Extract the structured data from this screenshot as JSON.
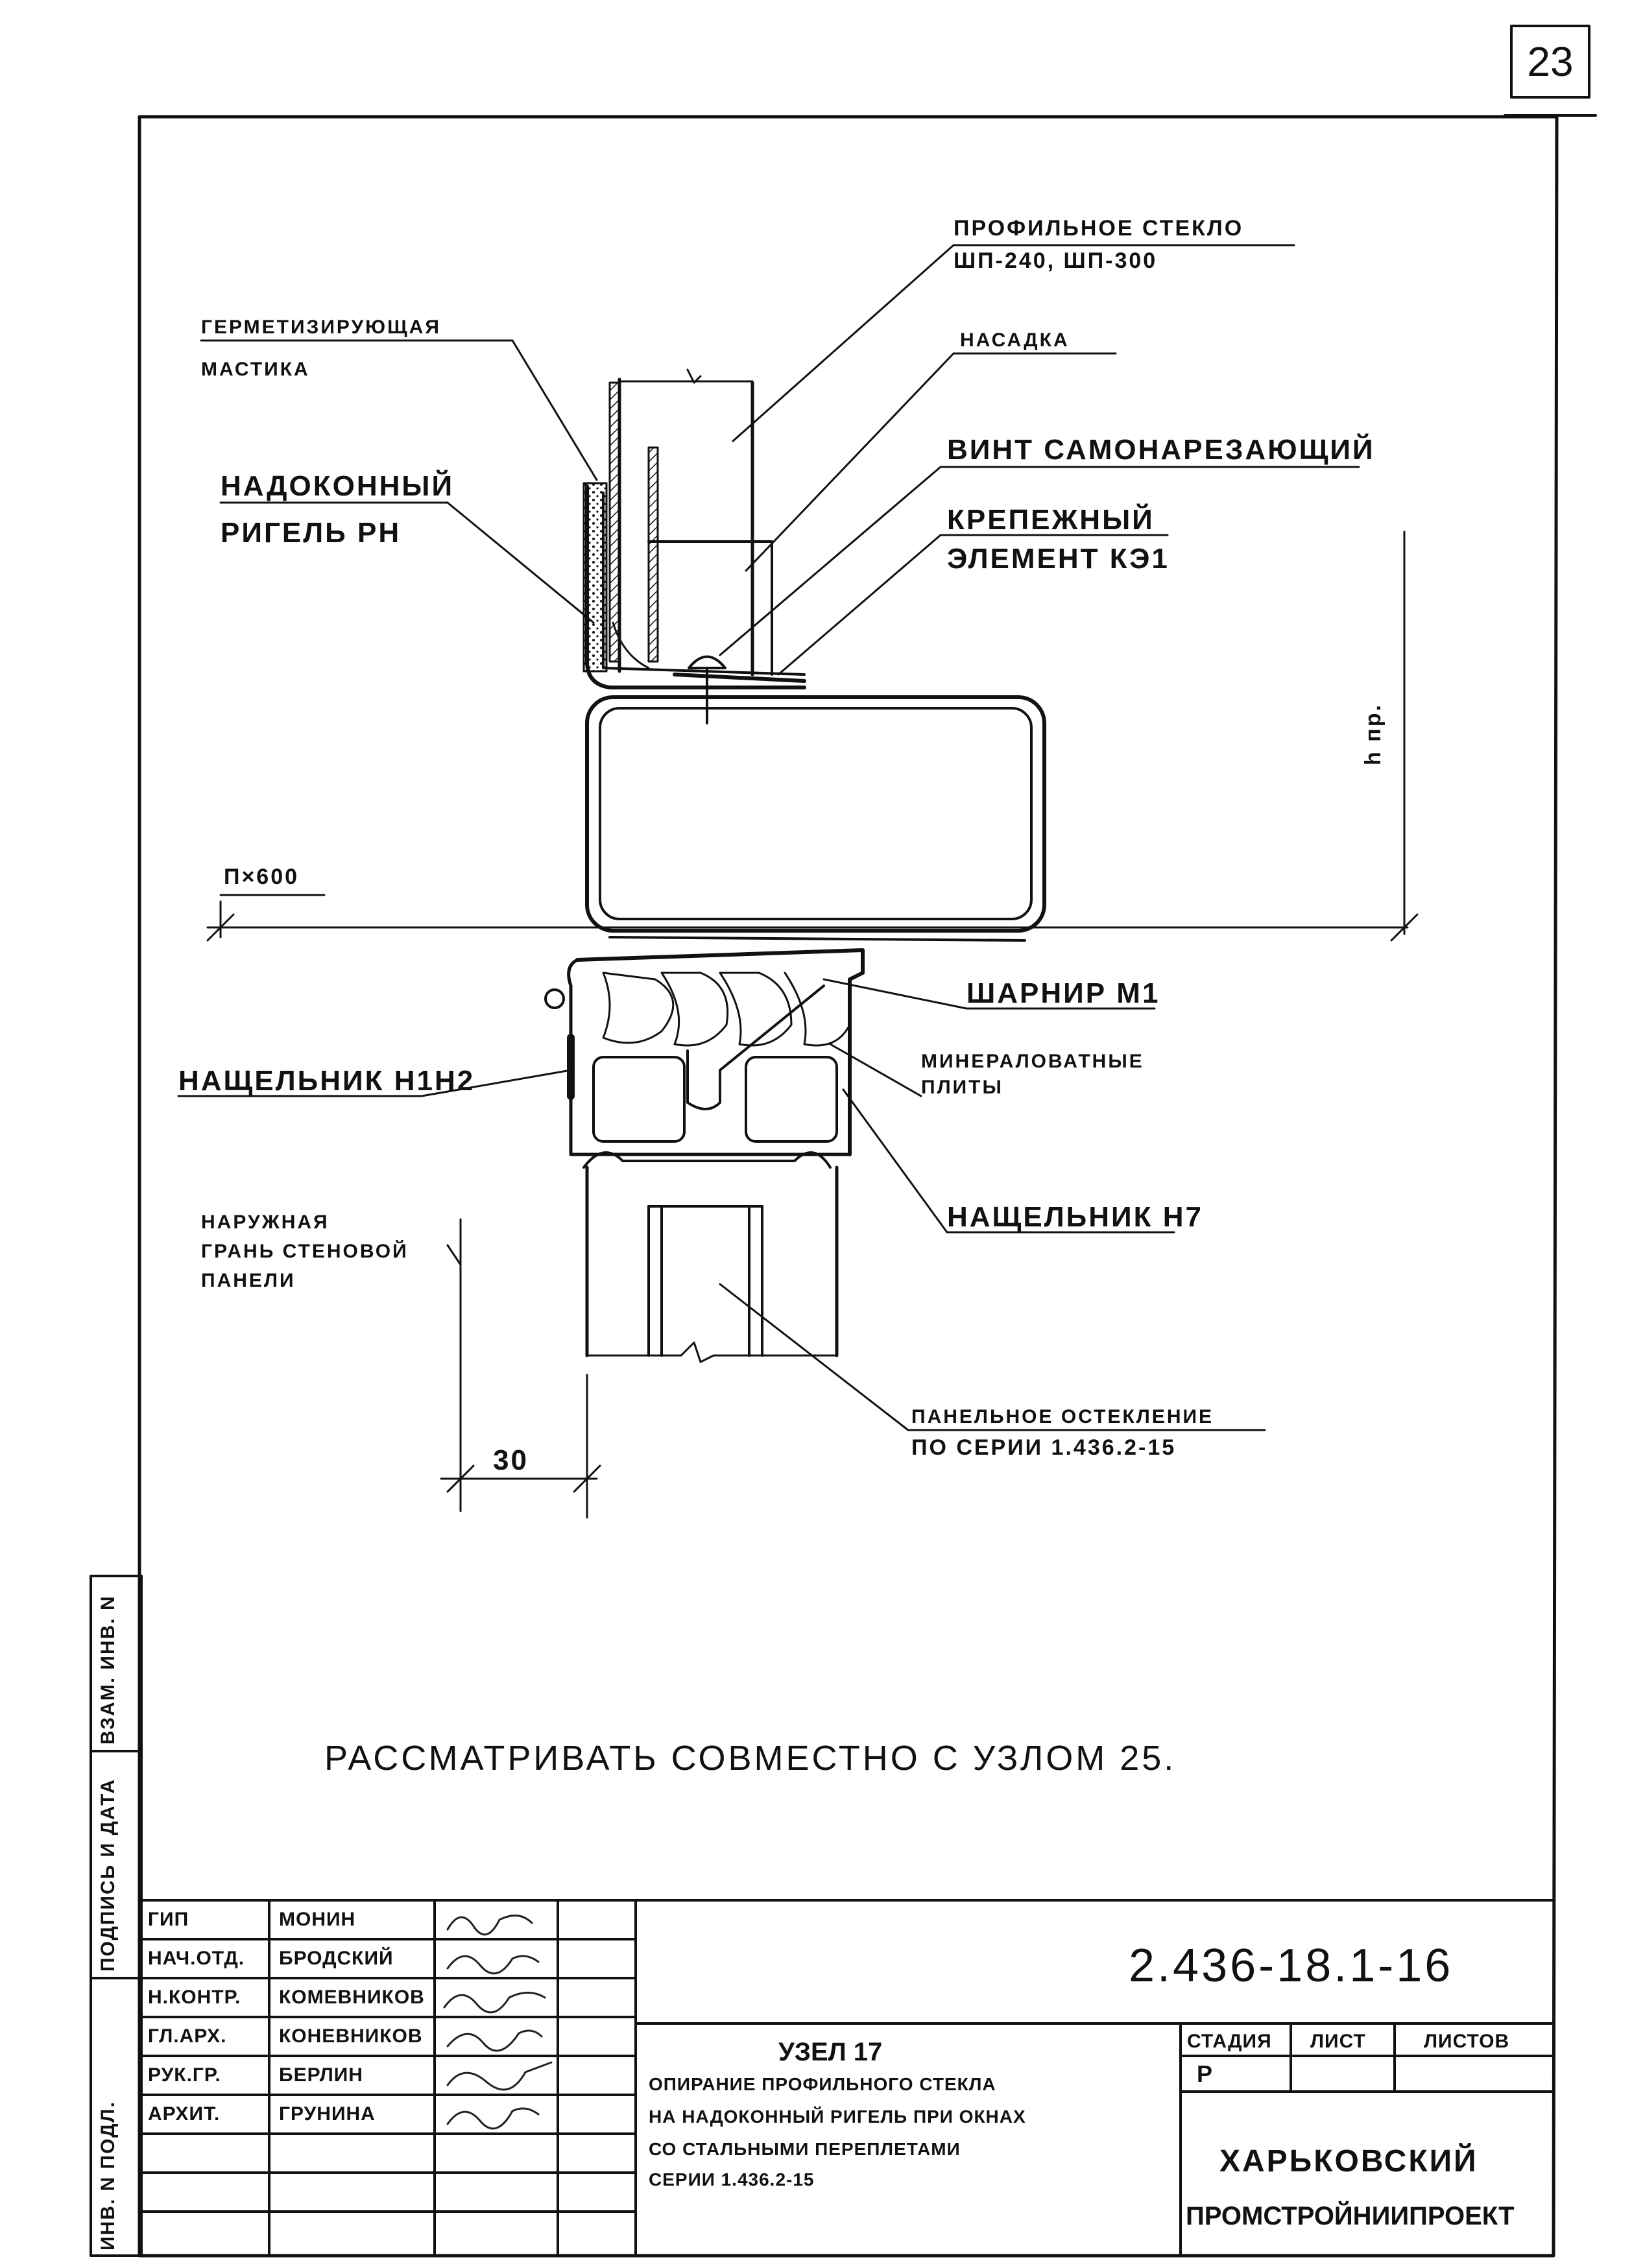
{
  "sheet_number": "23",
  "drawing": {
    "labels": {
      "profile_glass": "ПРОФИЛЬНОЕ СТЕКЛО",
      "profile_glass_types": "ШП-240, ШП-300",
      "sealing_mastic_1": "ГЕРМЕТИЗИРУЮЩАЯ",
      "sealing_mastic_2": "МАСТИКА",
      "cap": "НАСАДКА",
      "self_tapping_screw": "ВИНТ САМОНАРЕЗАЮЩИЙ",
      "fastening_element_1": "КРЕПЕЖНЫЙ",
      "fastening_element_2": "ЭЛЕМЕНТ КЭ1",
      "rail_1": "НАДОКОННЫЙ",
      "rail_2": "РИГЕЛЬ РН",
      "n600": "П×600",
      "h_dim": "h пр.",
      "hinge": "ШАРНИР М1",
      "mineral_wool_1": "МИНЕРАЛОВАТНЫЕ",
      "mineral_wool_2": "ПЛИТЫ",
      "flashing_h1h2": "НАЩЕЛЬНИК Н1Н2",
      "flashing_h7": "НАЩЕЛЬНИК Н7",
      "outer_face_1": "НАРУЖНАЯ",
      "outer_face_2": "ГРАНЬ СТЕНОВОЙ",
      "outer_face_3": "ПАНЕЛИ",
      "panel_glazing_1": "ПАНЕЛЬНОЕ ОСТЕКЛЕНИЕ",
      "panel_glazing_2": "ПО СЕРИИ 1.436.2-15",
      "dim_30": "30"
    },
    "note": "РАССМАТРИВАТЬ СОВМЕСТНО С УЗЛОМ 25."
  },
  "side_stamp": {
    "inv_no": "ИНВ. N ПОДЛ.",
    "signature_date": "ПОДПИСЬ И ДАТА",
    "replace_inv": "ВЗАМ. ИНВ. N"
  },
  "title_block": {
    "code": "2.436-18.1-16",
    "roles": [
      {
        "role": "ГИП",
        "name": "МОНИН"
      },
      {
        "role": "НАЧ.ОТД.",
        "name": "БРОДСКИЙ"
      },
      {
        "role": "Н.КОНТР.",
        "name": "КОМЕВНИКОВ"
      },
      {
        "role": "ГЛ.АРХ.",
        "name": "КОНЕВНИКОВ"
      },
      {
        "role": "РУК.ГР.",
        "name": "БЕРЛИН"
      },
      {
        "role": "АРХИТ.",
        "name": "ГРУНИНА"
      }
    ],
    "title_main": "УЗЕЛ 17",
    "title_lines": [
      "ОПИРАНИЕ ПРОФИЛЬНОГО СТЕКЛА",
      "НА НАДОКОННЫЙ РИГЕЛЬ ПРИ ОКНАХ",
      "СО СТАЛЬНЫМИ ПЕРЕПЛЕТАМИ",
      "СЕРИИ 1.436.2-15"
    ],
    "stage_header": "СТАДИЯ",
    "sheet_header": "ЛИСТ",
    "sheets_header": "ЛИСТОВ",
    "stage_value": "Р",
    "org_1": "ХАРЬКОВСКИЙ",
    "org_2": "ПРОМСТРОЙНИИПРОЕКТ"
  }
}
